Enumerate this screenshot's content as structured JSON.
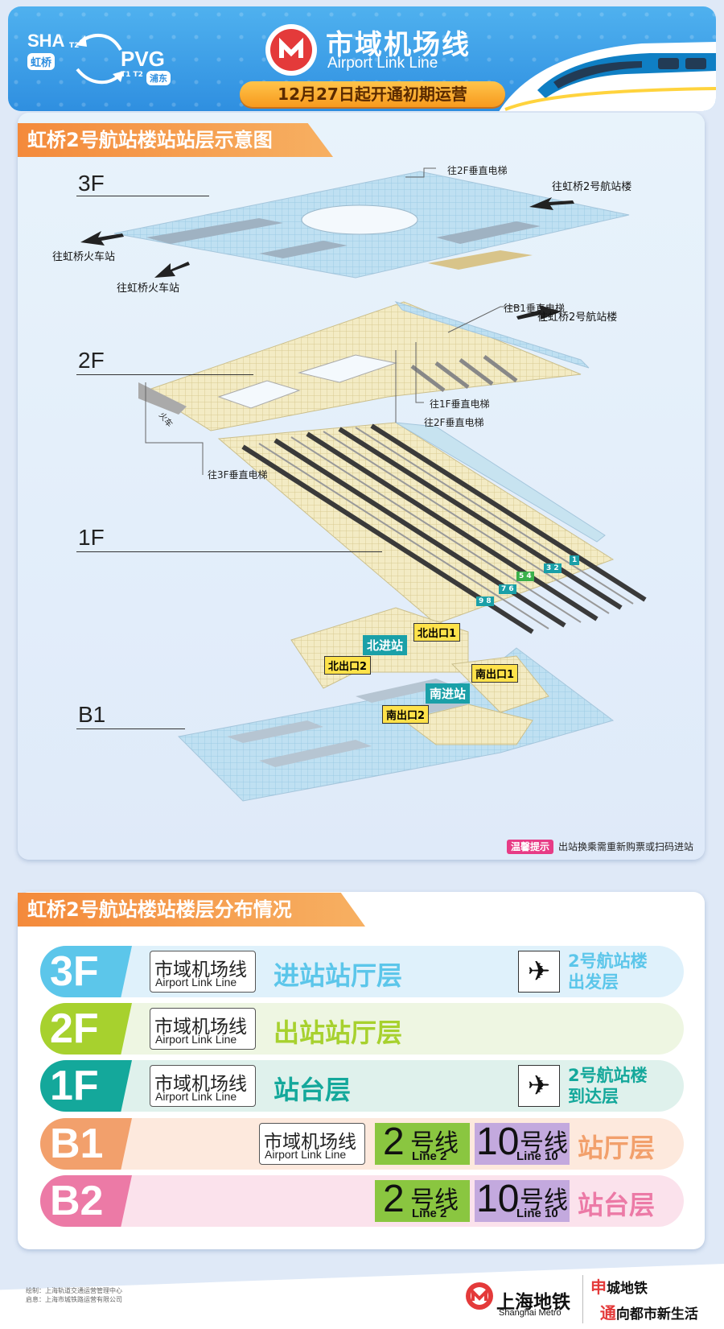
{
  "header": {
    "sha_code": "SHA",
    "sha_terminal": "T2",
    "sha_name": "虹桥",
    "pvg_code": "PVG",
    "pvg_terminals": "T1 T2",
    "pvg_name": "浦东",
    "title_cn": "市域机场线",
    "title_en": "Airport Link Line",
    "banner": "12月27日起开通初期运营"
  },
  "diagram": {
    "section_title": "虹桥2号航站楼站站层示意图",
    "floors": [
      "3F",
      "2F",
      "1F",
      "B1"
    ],
    "callouts": {
      "to_2f_elevator": "往2F垂直电梯",
      "to_b1_elevator": "往B1垂直电梯",
      "to_1f_elevator": "往1F垂直电梯",
      "to_2f_elevator_b": "往2F垂直电梯",
      "to_3f_elevator": "往3F垂直电梯"
    },
    "directions": {
      "to_t2_3f": "往虹桥2号航站楼",
      "to_rail_3f_a": "往虹桥火车站",
      "to_rail_3f_b": "往虹桥火车站",
      "to_t2_2f": "往虹桥2号航站楼"
    },
    "train_tag": "火车",
    "platform_tags": [
      "9 8",
      "7 6",
      "5 4",
      "3 2",
      "1"
    ],
    "exits": {
      "north_exit_1": "北出口1",
      "north_entrance": "北进站",
      "north_exit_2": "北出口2",
      "south_exit_1": "南出口1",
      "south_entrance": "南进站",
      "south_exit_2": "南出口2"
    },
    "tip_badge": "温馨提示",
    "tip_text": "出站换乘需重新购票或扫码进站"
  },
  "levels": {
    "section_title": "虹桥2号航站楼站楼层分布情况",
    "als_cn": "市域机场线",
    "als_en": "Airport Link Line",
    "rows": [
      {
        "floor": "3F",
        "level": "进站站厅层",
        "terminal_line1": "2号航站楼",
        "terminal_line2": "出发层"
      },
      {
        "floor": "2F",
        "level": "出站站厅层"
      },
      {
        "floor": "1F",
        "level": "站台层",
        "terminal_line1": "2号航站楼",
        "terminal_line2": "到达层"
      },
      {
        "floor": "B1",
        "level": "站厅层"
      },
      {
        "floor": "B2",
        "level": "站台层"
      }
    ],
    "line2": {
      "num": "2",
      "cn": "号线",
      "en": "Line 2"
    },
    "line10": {
      "num": "10",
      "cn": "号线",
      "en": "Line 10"
    },
    "colors": {
      "3F": "#5cc6ea",
      "2F": "#a7d12e",
      "1F": "#14a89b",
      "B1": "#f2a06c",
      "B2": "#ec7aa6",
      "line2": "#8ac640",
      "line10": "#c3a9de"
    }
  },
  "footer": {
    "note_line1": "绘制：上海轨道交通运营管理中心",
    "note_line2": "启息：上海市城铁路运营有限公司",
    "metro_cn": "上海地铁",
    "metro_en": "Shanghai Metro",
    "slogan_1_lead": "申",
    "slogan_1_rest": "城地铁",
    "slogan_2_lead": "通",
    "slogan_2_rest": "向都市新生活"
  }
}
